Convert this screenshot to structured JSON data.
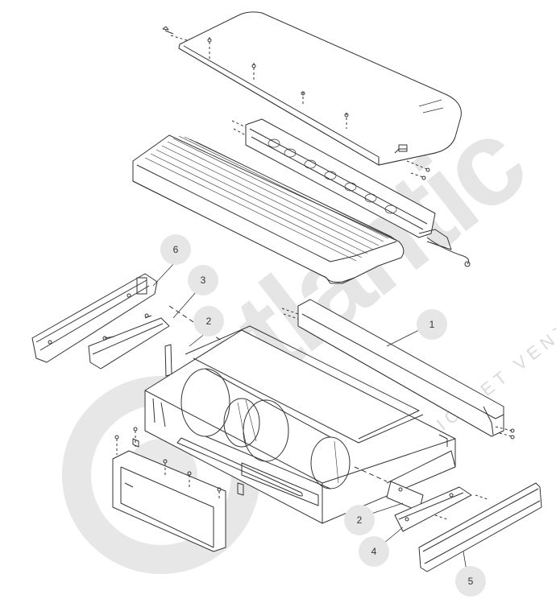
{
  "diagram": {
    "watermark": {
      "brand": "atlantic",
      "tagline": "CLIMATISATION ET VENTILATION",
      "color": "#cfcfcf"
    },
    "callouts": [
      {
        "id": "c6",
        "label": "6"
      },
      {
        "id": "c3",
        "label": "3"
      },
      {
        "id": "c2a",
        "label": "2"
      },
      {
        "id": "c1",
        "label": "1"
      },
      {
        "id": "c2b",
        "label": "2"
      },
      {
        "id": "c4",
        "label": "4"
      },
      {
        "id": "c5",
        "label": "5"
      }
    ],
    "line_color": "#333333"
  }
}
